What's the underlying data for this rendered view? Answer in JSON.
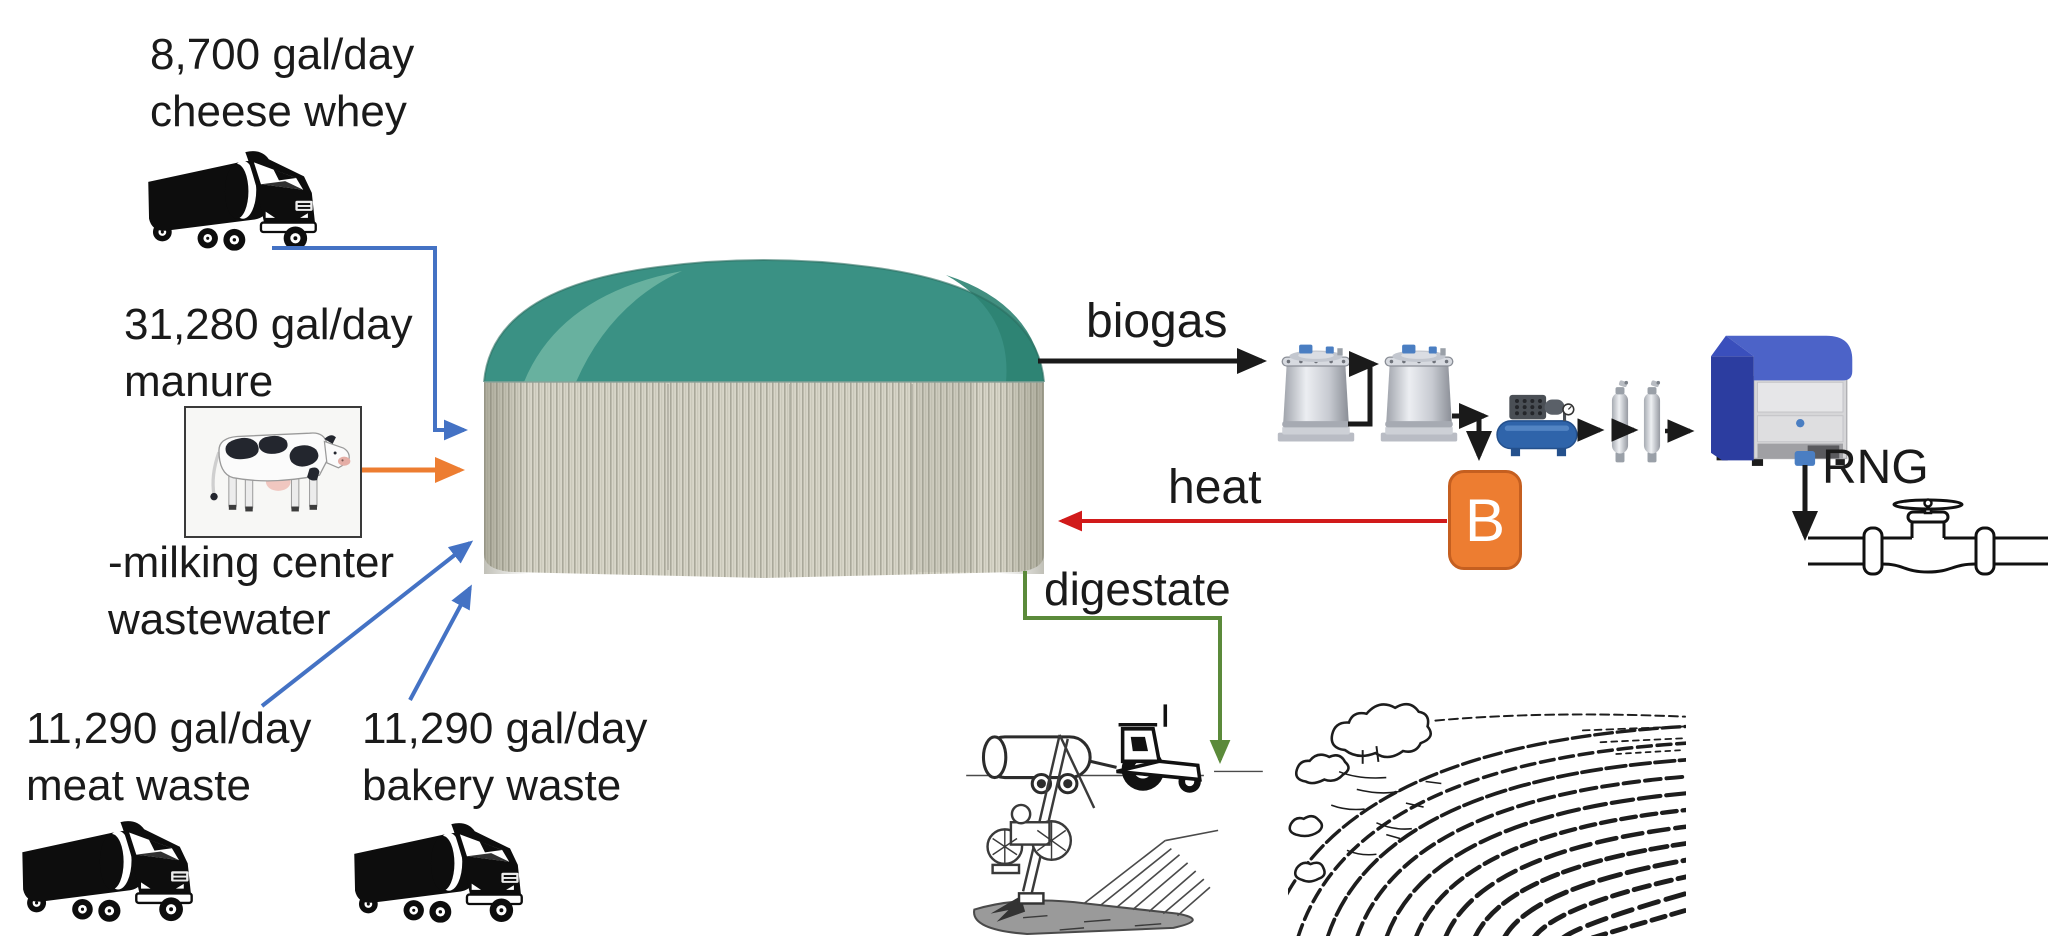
{
  "colors": {
    "arrow_blue": "#4472c4",
    "arrow_orange": "#ed7d31",
    "arrow_red": "#d11a1a",
    "arrow_green": "#5b8a3a",
    "arrow_black": "#1a1a1a",
    "boiler_fill": "#ed7d31",
    "boiler_border": "#c55f20",
    "dome_teal": "#3a9184",
    "digester_body": "#d8d6c9",
    "unit_blue": "#3347ad",
    "compressor_blue": "#2f64aa",
    "text": "#1a1a1a"
  },
  "labels": {
    "cheese_whey": {
      "line1": "8,700 gal/day",
      "line2": "cheese whey"
    },
    "manure": {
      "line1": "31,280 gal/day",
      "line2": "manure"
    },
    "milking_center": {
      "line1": "-milking center",
      "line2": "wastewater"
    },
    "meat_waste": {
      "line1": "11,290 gal/day",
      "line2": "meat waste"
    },
    "bakery_waste": {
      "line1": "11,290 gal/day",
      "line2": "bakery waste"
    },
    "biogas": "biogas",
    "heat": "heat",
    "digestate": "digestate",
    "rng": "RNG",
    "boiler": "B"
  },
  "icons": {
    "tanker_truck": "black tanker truck",
    "dairy_cow": "holstein dairy cow in framed box",
    "anaerobic_digester": "green-domed digester tank",
    "gas_storage_tanks": "two stainless gas vessels",
    "gas_compressor": "blue gas compressor",
    "filter_columns": "two vertical filter cylinders",
    "upgrading_unit": "blue biogas upgrading unit",
    "boiler": "orange box labeled B",
    "pipeline_valve": "gas pipeline with gate valve",
    "digestate_spreading": "tractor with slurry tanker and lagoon agitator",
    "crop_field": "plowed crop field"
  }
}
